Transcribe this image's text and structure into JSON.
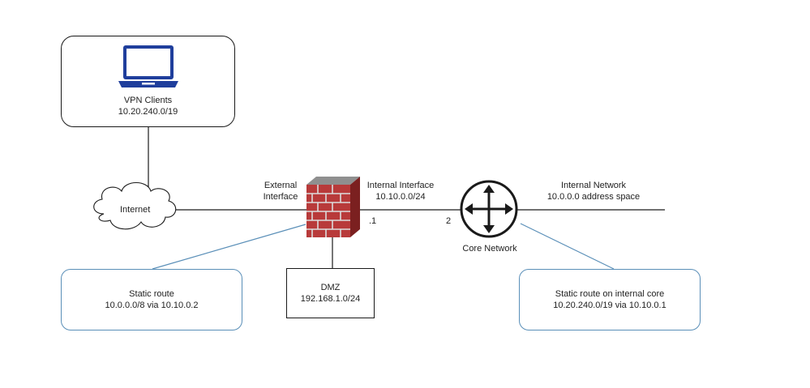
{
  "vpn": {
    "title": "VPN Clients",
    "subnet": "10.20.240.0/19"
  },
  "internet": {
    "label": "Internet"
  },
  "firewall": {
    "external_label_1": "External",
    "external_label_2": "Interface"
  },
  "internal_interface": {
    "label": "Internal Interface",
    "subnet": "10.10.0.0/24",
    "fw_side": ".1",
    "core_side": "2"
  },
  "core": {
    "label": "Core Network"
  },
  "internal_network": {
    "label": "Internal Network",
    "space": "10.0.0.0 address space"
  },
  "dmz": {
    "label": "DMZ",
    "subnet": "192.168.1.0/24"
  },
  "route_left": {
    "title": "Static route",
    "detail": "10.0.0.0/8 via 10.10.0.2"
  },
  "route_right": {
    "title": "Static route on internal core",
    "detail": "10.20.240.0/19 via 10.10.0.1"
  },
  "colors": {
    "brick": "#b83a3a",
    "mortar": "#dcdcdc",
    "laptop": "#1f3e9c",
    "callout": "#5a8fb8",
    "line": "#1a1a1a"
  }
}
